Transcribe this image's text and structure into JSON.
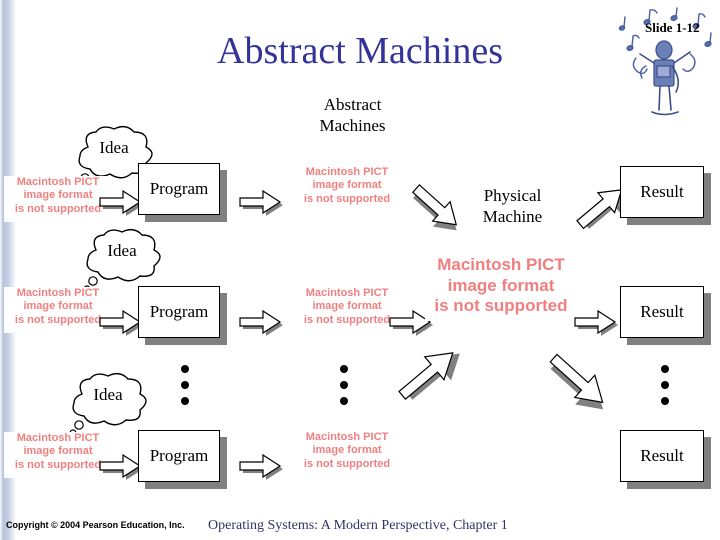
{
  "slide": {
    "title": "Abstract Machines",
    "slide_number": "Slide 1-12",
    "clipart_name": "conductor-music-notes-clipart"
  },
  "labels": {
    "abstract_machines": "Abstract\nMachines",
    "physical_machine": "Physical\nMachine"
  },
  "placeholder": {
    "text": "Macintosh PICT\nimage format\nis not supported",
    "color": "#f08080"
  },
  "rows": [
    {
      "idea_label": "Idea",
      "program_label": "Program",
      "result_label": "Result"
    },
    {
      "idea_label": "Idea",
      "program_label": "Program",
      "result_label": "Result"
    },
    {
      "idea_label": "Idea",
      "program_label": "Program",
      "result_label": "Result"
    }
  ],
  "footer": {
    "copyright": "Copyright © 2004 Pearson Education, Inc.",
    "course": "Operating Systems: A Modern Perspective, Chapter 1"
  },
  "colors": {
    "title": "#333399",
    "footer_course": "#333366",
    "shadow": "#808080",
    "arrow_fill": "#ffffff",
    "arrow_shadow": "#808080"
  }
}
